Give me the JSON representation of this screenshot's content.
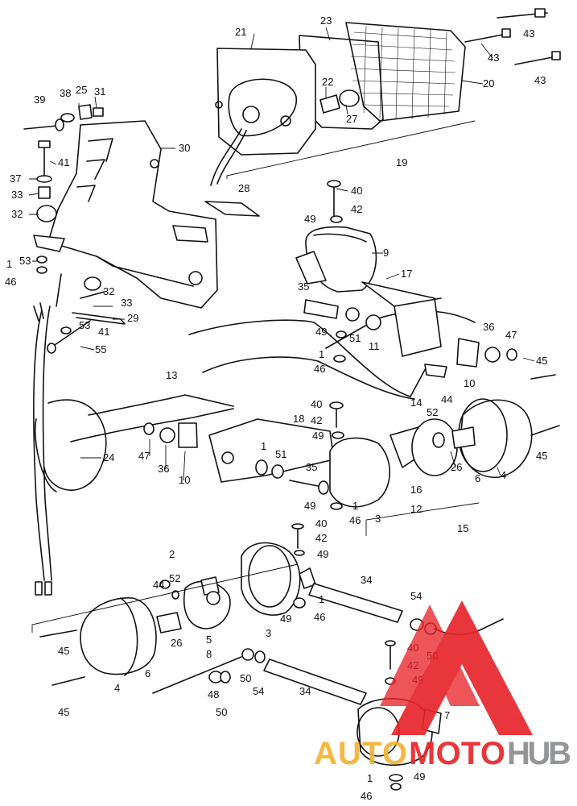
{
  "labels": [
    "1",
    "2",
    "3",
    "4",
    "5",
    "6",
    "7",
    "8",
    "9",
    "10",
    "11",
    "12",
    "13",
    "14",
    "15",
    "16",
    "17",
    "18",
    "19",
    "20",
    "21",
    "22",
    "23",
    "24",
    "25",
    "26",
    "27",
    "28",
    "29",
    "30",
    "31",
    "32",
    "33",
    "34",
    "35",
    "36",
    "37",
    "38",
    "39",
    "40",
    "41",
    "42",
    "43",
    "44",
    "45",
    "46",
    "47",
    "48",
    "49",
    "50",
    "51",
    "52",
    "53",
    "54",
    "55"
  ],
  "watermark": {
    "auto": "AUTO",
    "moto": "MOTO",
    "hub": "HUB",
    "colors": {
      "auto": "#f2b233",
      "moto": "#e8262c",
      "hub": "#8a8d91",
      "triangle": "#e8262c"
    }
  }
}
